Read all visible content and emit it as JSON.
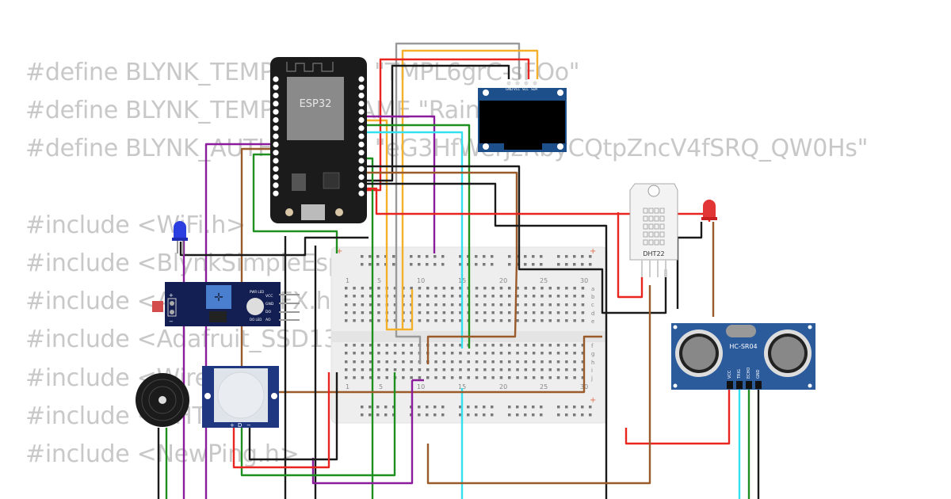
{
  "code_lines": [
    "#define BLYNK_TEMPLATE_ID \"TMPL6grC-sFOo\"",
    "#define BLYNK_TEMPLATE_NAME \"Rain\"",
    "#define BLYNK_AUTH_TOKEN \"eG3HfWerjzRbyCQtpZncV4fSRQ_QW0Hs\"",
    "",
    "#include <WiFi.h>",
    "#include <BlynkSimpleEsp32.h>",
    "#include <Adafruit_GFX.h>",
    "#include <Adafruit_SSD1306.h>",
    "#include <Wire.h>",
    "#include <DHT.h>",
    "#include <NewPing.h>"
  ],
  "components": {
    "esp32": {
      "label": "ESP32"
    },
    "oled": {
      "pins": [
        "GND",
        "VCC",
        "SCL",
        "SDA"
      ]
    },
    "dht22": {
      "label": "DHT22"
    },
    "ultrasonic": {
      "label": "HC-SR04",
      "pins": [
        "VCC",
        "TRIG",
        "ECHO",
        "GND"
      ]
    },
    "ldr_module": {
      "labels": [
        "PWR LED",
        "DO LED"
      ],
      "pins": [
        "VCC",
        "GND",
        "DO",
        "AO"
      ],
      "polarity": [
        "+",
        "−"
      ]
    },
    "pir": {
      "pins": [
        "+",
        "D",
        "−"
      ]
    },
    "breadboard": {
      "column_numbers": [
        "1",
        "5",
        "10",
        "15",
        "20",
        "25",
        "30"
      ],
      "rows_top": [
        "a",
        "b",
        "c",
        "d",
        "e"
      ],
      "rows_bottom": [
        "f",
        "g",
        "h",
        "i",
        "j"
      ],
      "rail_plus": "+"
    }
  },
  "colors": {
    "wire_red": "#e8261f",
    "wire_black": "#1a1a1a",
    "wire_green": "#1f8f1f",
    "wire_purple": "#8b1c9b",
    "wire_brown": "#9b5a2a",
    "wire_cyan": "#33e0f0",
    "wire_orange": "#f4b02a",
    "wire_gray": "#9a9a9a",
    "pcb_blue": "#1d3d7a",
    "esp_black": "#1b1b1b"
  }
}
